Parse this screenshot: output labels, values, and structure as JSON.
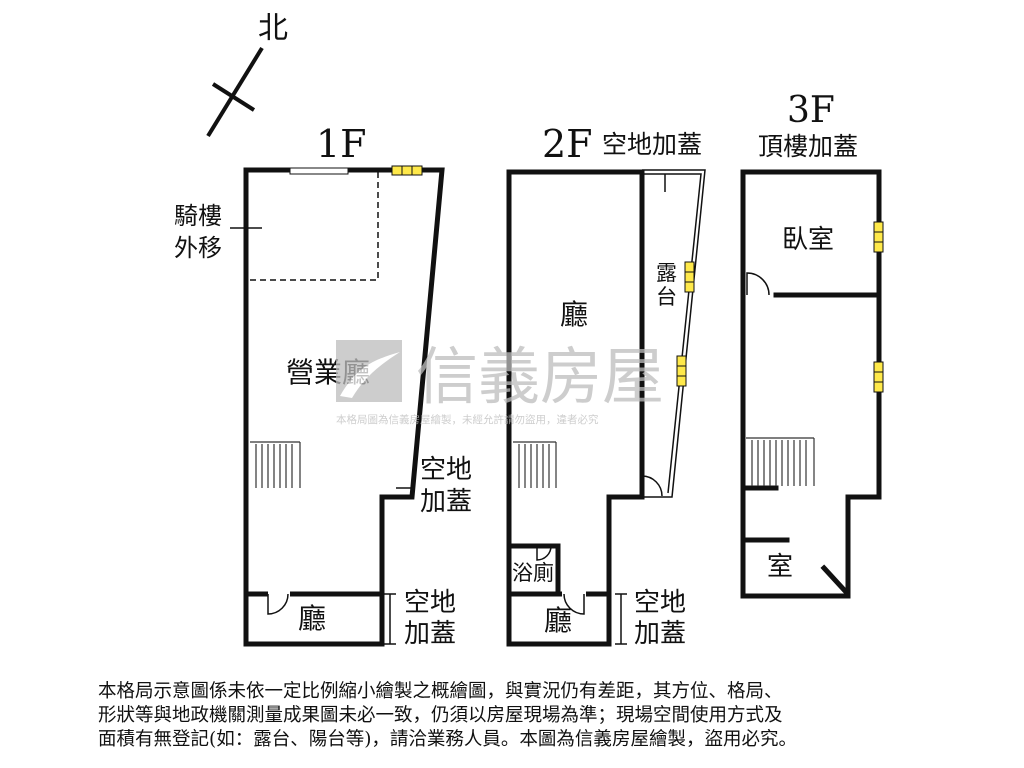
{
  "compass": {
    "label": "北"
  },
  "floors": {
    "f1": {
      "title": "1F",
      "rooms": {
        "arcade": [
          "騎樓",
          "外移"
        ],
        "business_hall": "營業廳",
        "extension_side": [
          "空地",
          "加蓋"
        ],
        "hall": "廳",
        "extension_bottom": [
          "空地",
          "加蓋"
        ]
      }
    },
    "f2": {
      "title": "2F",
      "rooms": {
        "extension_top": "空地加蓋",
        "terrace": [
          "露",
          "台"
        ],
        "hall": "廳",
        "bathroom": "浴廁",
        "small_hall": "廳",
        "extension_bottom": [
          "空地",
          "加蓋"
        ]
      }
    },
    "f3": {
      "title": "3F",
      "subtitle": "頂樓加蓋",
      "rooms": {
        "bedroom": "臥室",
        "room": "室"
      }
    }
  },
  "watermark": {
    "brand": "信義房屋",
    "notice": "本格局圖為信義房屋繪製，未經允許請勿盜用，違者必究"
  },
  "disclaimer": [
    "本格局示意圖係未依一定比例縮小繪製之概繪圖，與實況仍有差距，其方位、格局、",
    "形狀等與地政機關測量成果圖未必一致，仍須以房屋現場為準；現場空間使用方式及",
    "面積有無登記(如：露台、陽台等)，請洽業務人員。本圖為信義房屋繪製，盜用必究。"
  ],
  "colors": {
    "window": "#ffe94a",
    "wall": "#111111",
    "watermark": "#bdbdbd"
  }
}
